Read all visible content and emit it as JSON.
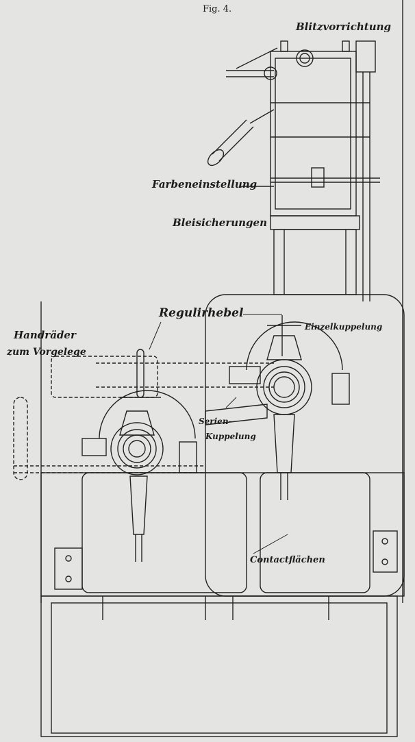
{
  "figure": {
    "number_label": "Fig. 4."
  },
  "labels": {
    "blitzvorrichtung": "Blitzvorrichtung",
    "farbeneinstellung": "Farbeneinstellung",
    "bleisicherungen": "Bleisicherungen",
    "regulirhebel": "Regulirhebel",
    "einzelkuppelung": "Einzelkuppelung",
    "handraeder_line1": "Handräder",
    "handraeder_line2": "zum Vorgelege",
    "serien_line1": "Serien-",
    "serien_line2": "Kuppelung",
    "contactflaechen": "Contactflächen"
  }
}
